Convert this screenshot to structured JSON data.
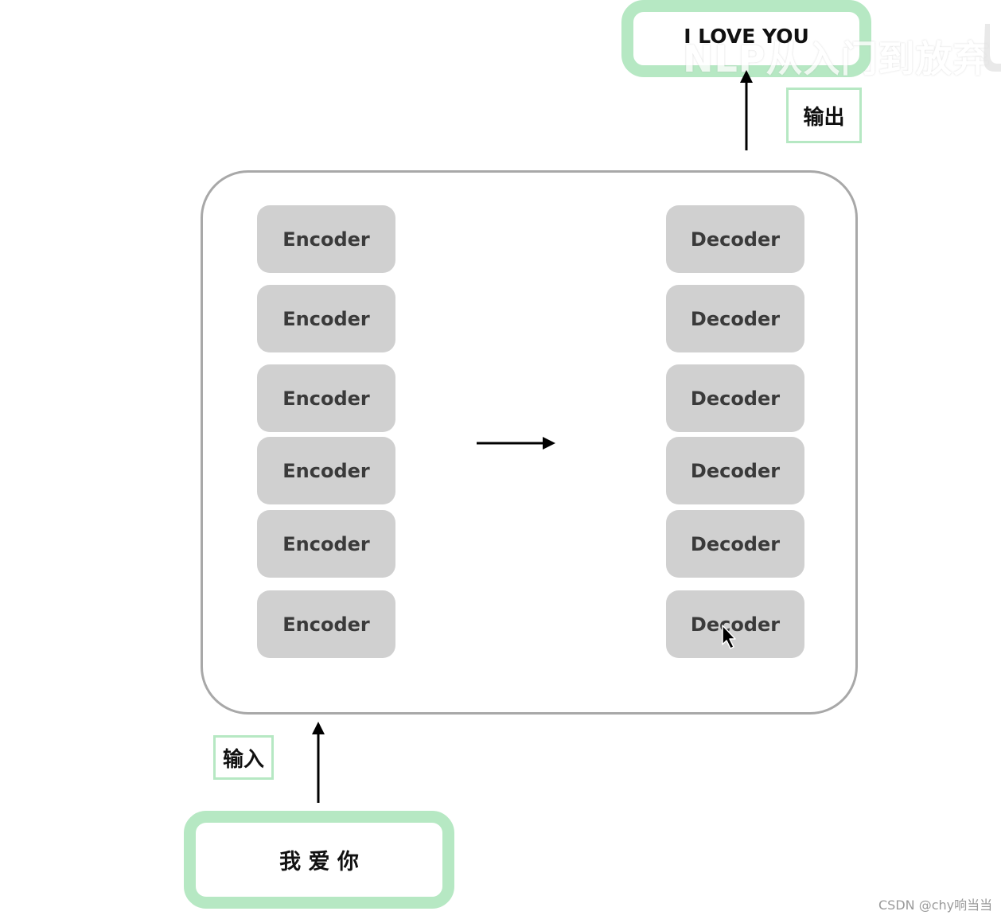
{
  "output": {
    "text": "I LOVE YOU",
    "tag": "输出"
  },
  "input": {
    "text": "我 爱 你",
    "tag": "输入"
  },
  "encoders": [
    "Encoder",
    "Encoder",
    "Encoder",
    "Encoder",
    "Encoder",
    "Encoder"
  ],
  "decoders": [
    "Decoder",
    "Decoder",
    "Decoder",
    "Decoder",
    "Decoder",
    "Decoder"
  ],
  "watermark": "NLP从入门到放弃",
  "credit": "CSDN @chy响当当",
  "colors": {
    "io_border": "#b6e8c3",
    "block_fill": "#d0d0d0",
    "frame_border": "#a8a8a8",
    "arrow": "#000000"
  }
}
